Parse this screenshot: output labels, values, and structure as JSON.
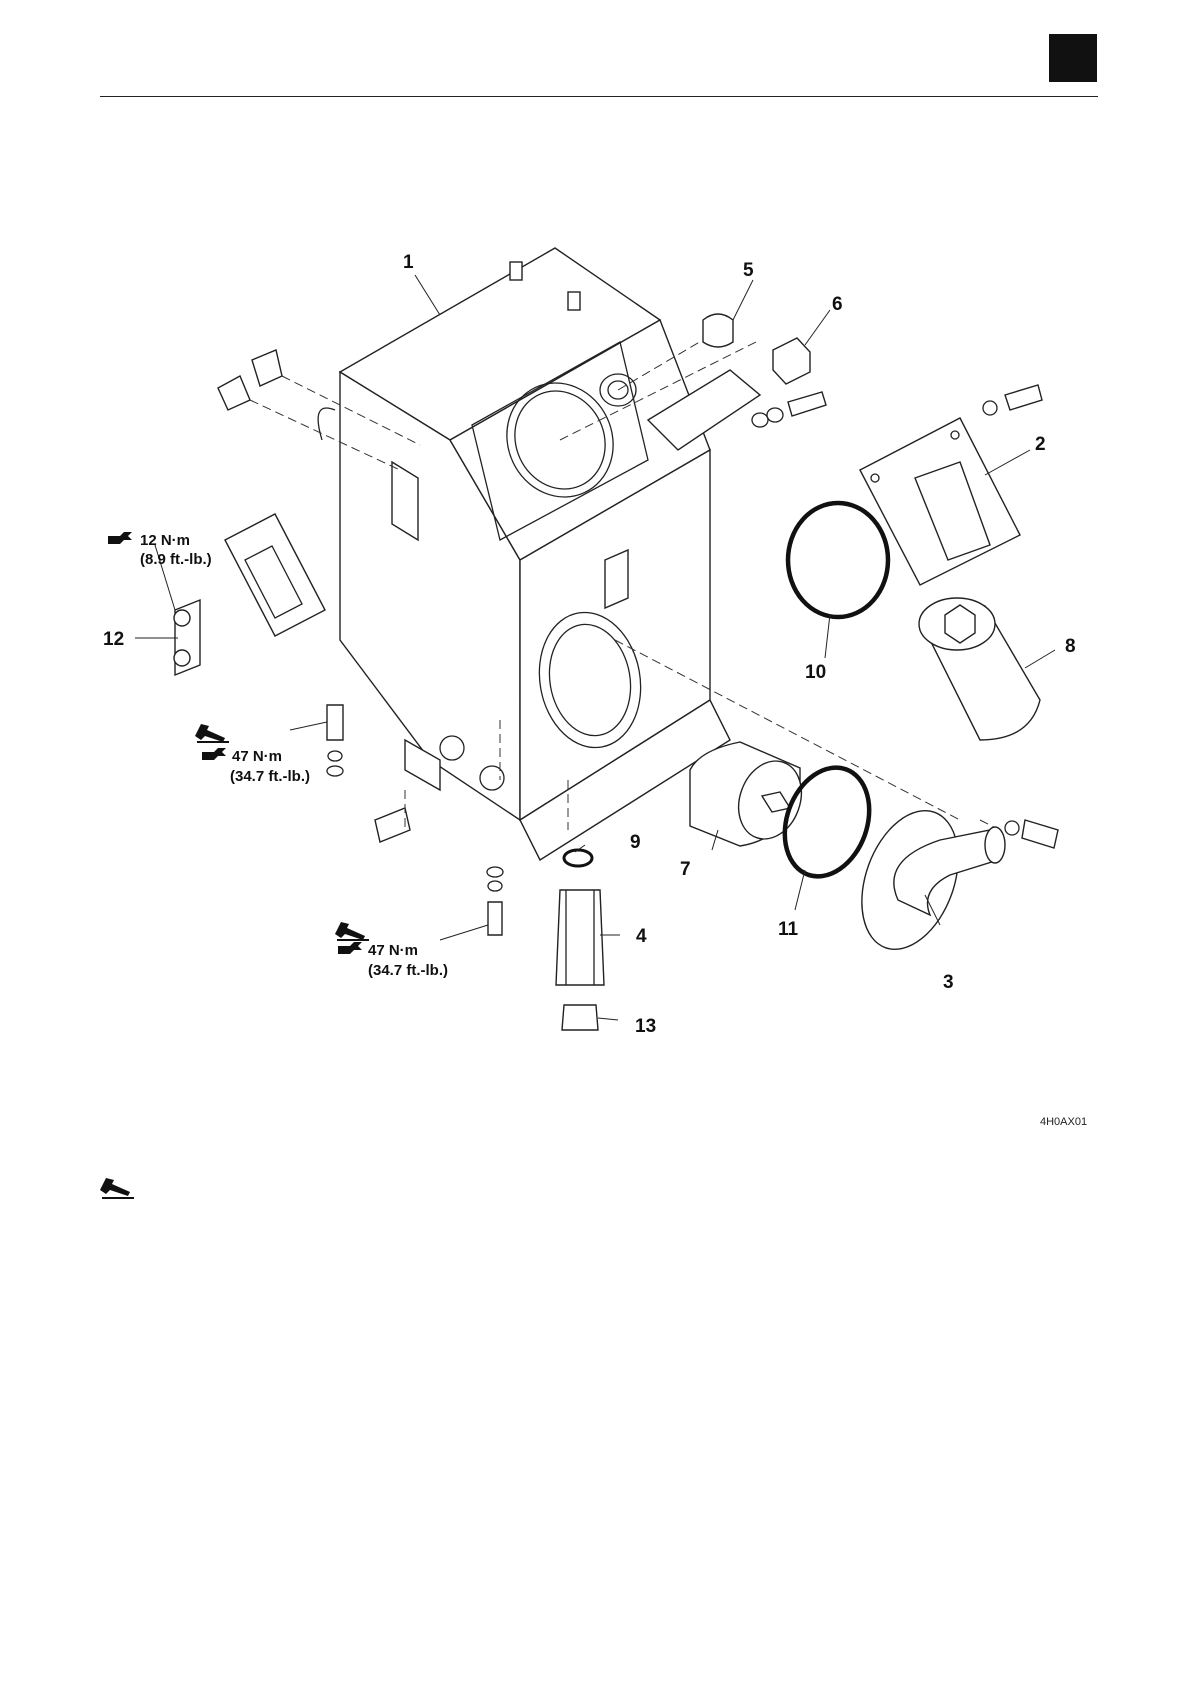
{
  "figure": {
    "code": "4H0AX01",
    "callouts": {
      "c1": "1",
      "c2": "2",
      "c3": "3",
      "c4": "4",
      "c5": "5",
      "c6": "6",
      "c7": "7",
      "c8": "8",
      "c9": "9",
      "c10": "10",
      "c11": "11",
      "c12": "12",
      "c13": "13"
    },
    "torques": {
      "t12": {
        "nm": "12 N·m",
        "ftlb": "(8.9 ft.-lb.)"
      },
      "t47a": {
        "nm": "47 N·m",
        "ftlb": "(34.7 ft.-lb.)"
      },
      "t47b": {
        "nm": "47 N·m",
        "ftlb": "(34.7 ft.-lb.)"
      }
    },
    "icons": [
      "wrench-icon",
      "thread-lock-icon"
    ]
  }
}
